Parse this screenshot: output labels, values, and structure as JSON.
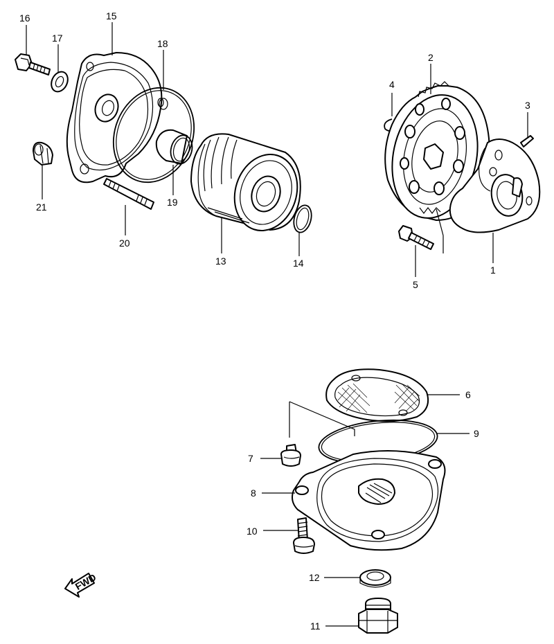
{
  "callouts": [
    {
      "id": "1",
      "label": "1"
    },
    {
      "id": "2",
      "label": "2"
    },
    {
      "id": "3",
      "label": "3"
    },
    {
      "id": "4",
      "label": "4"
    },
    {
      "id": "5",
      "label": "5"
    },
    {
      "id": "6",
      "label": "6"
    },
    {
      "id": "7",
      "label": "7"
    },
    {
      "id": "8",
      "label": "8"
    },
    {
      "id": "9",
      "label": "9"
    },
    {
      "id": "10",
      "label": "10"
    },
    {
      "id": "11",
      "label": "11"
    },
    {
      "id": "12",
      "label": "12"
    },
    {
      "id": "13",
      "label": "13"
    },
    {
      "id": "14",
      "label": "14"
    },
    {
      "id": "15",
      "label": "15"
    },
    {
      "id": "16",
      "label": "16"
    },
    {
      "id": "17",
      "label": "17"
    },
    {
      "id": "18",
      "label": "18"
    },
    {
      "id": "19",
      "label": "19"
    },
    {
      "id": "20",
      "label": "20"
    },
    {
      "id": "21",
      "label": "21"
    }
  ],
  "fwd_arrow": {
    "label": "FWD"
  }
}
